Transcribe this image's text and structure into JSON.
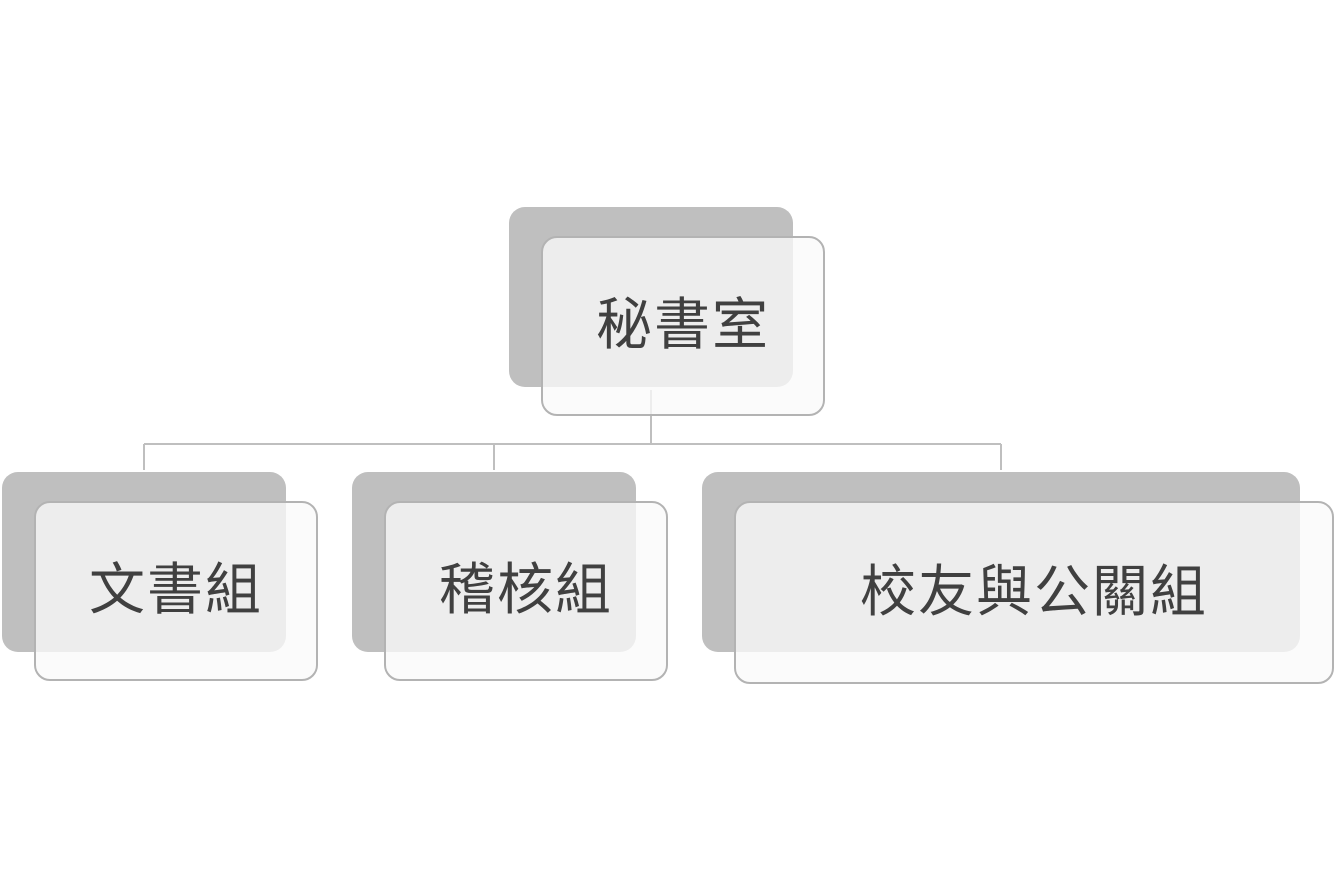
{
  "org_chart": {
    "root": {
      "label": "秘書室"
    },
    "children": [
      {
        "label": "文書組"
      },
      {
        "label": "稽核組"
      },
      {
        "label": "校友與公關組"
      }
    ]
  },
  "colors": {
    "shadow": "#bfbfbf",
    "card_fill": "#f5f5f5",
    "card_border": "#b3b3b3",
    "text": "#404040",
    "connector": "#bfbfbf"
  }
}
